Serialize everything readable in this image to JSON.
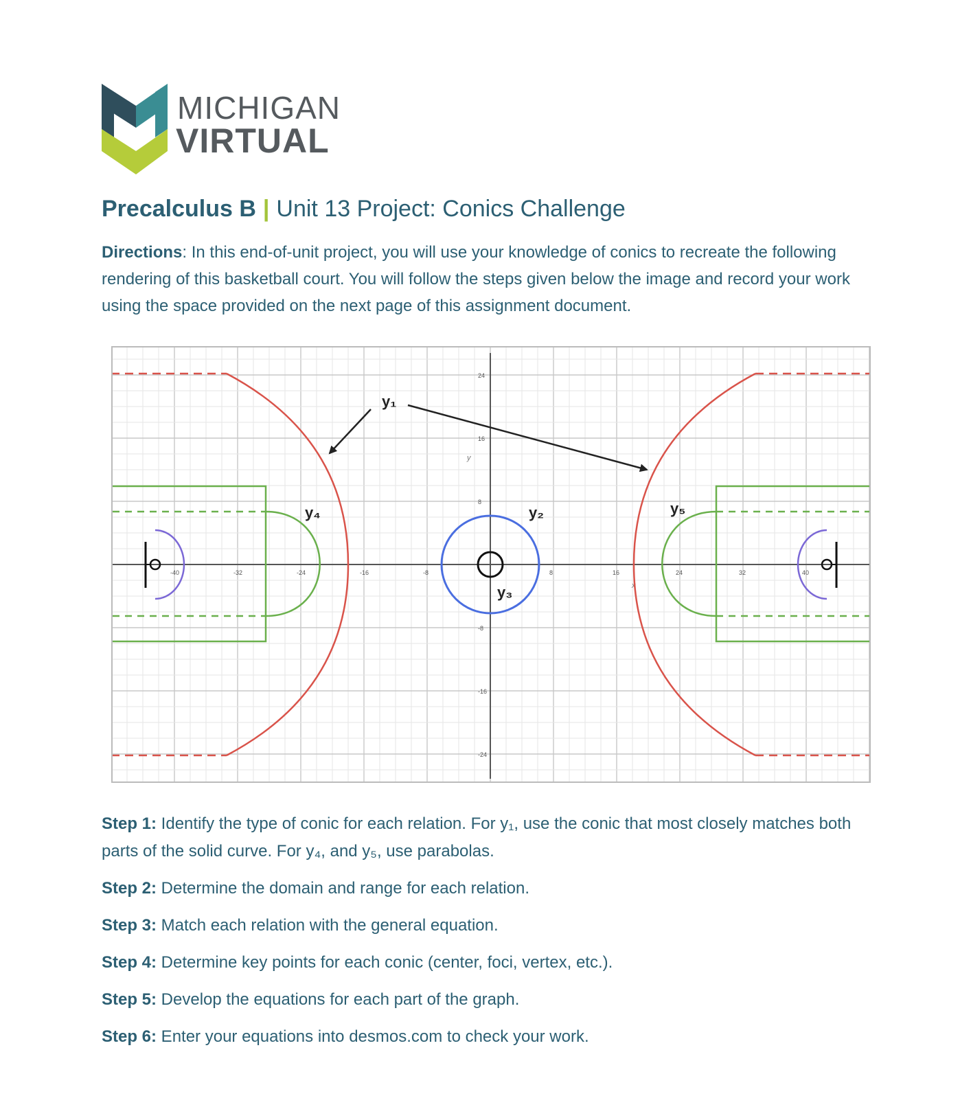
{
  "logo": {
    "line1": "MICHIGAN",
    "line2": "VIRTUAL",
    "colors": {
      "dark": "#2f4e5c",
      "teal": "#3a8d93",
      "lime": "#b5cc3a"
    }
  },
  "header": {
    "course": "Precalculus B",
    "separator": "|",
    "unit_title": "Unit 13 Project: Conics Challenge"
  },
  "directions": {
    "label": "Directions",
    "text": ": In this end-of-unit project, you will use your knowledge of conics to recreate the following rendering of this basketball court. You will follow the steps given below the image and record your work using the space provided on the next page of this assignment document."
  },
  "figure": {
    "tick_labels_x": [
      "-40",
      "-32",
      "-24",
      "-16",
      "-8",
      "8",
      "16",
      "24",
      "32",
      "40"
    ],
    "tick_labels_y": [
      "24",
      "16",
      "8",
      "-8",
      "-16",
      "-24"
    ],
    "axis_x": "x",
    "axis_y": "y",
    "curve_labels": {
      "y1": "y₁",
      "y2": "y₂",
      "y3": "y₃",
      "y4": "y₄",
      "y5": "y₅"
    },
    "colors": {
      "y1": "#d9534a",
      "y2": "#4a6ee0",
      "y3": "#111111",
      "paint": "#6ab04c",
      "rim": "#7b68d6",
      "grid": "#dcdcdc"
    }
  },
  "steps": [
    {
      "label": "Step 1:",
      "text": " Identify the type of conic for each relation. For y₁, use the conic that most closely matches both parts of the solid curve. For y₄, and y₅, use parabolas."
    },
    {
      "label": "Step 2:",
      "text": " Determine the domain and range for each relation."
    },
    {
      "label": "Step 3:",
      "text": " Match each relation with the general equation."
    },
    {
      "label": "Step 4:",
      "text": " Determine key points for each conic (center, foci, vertex, etc.)."
    },
    {
      "label": "Step 5:",
      "text": " Develop the equations for each part of the graph."
    },
    {
      "label": "Step 6:",
      "text": " Enter your equations into desmos.com to check your work."
    }
  ]
}
